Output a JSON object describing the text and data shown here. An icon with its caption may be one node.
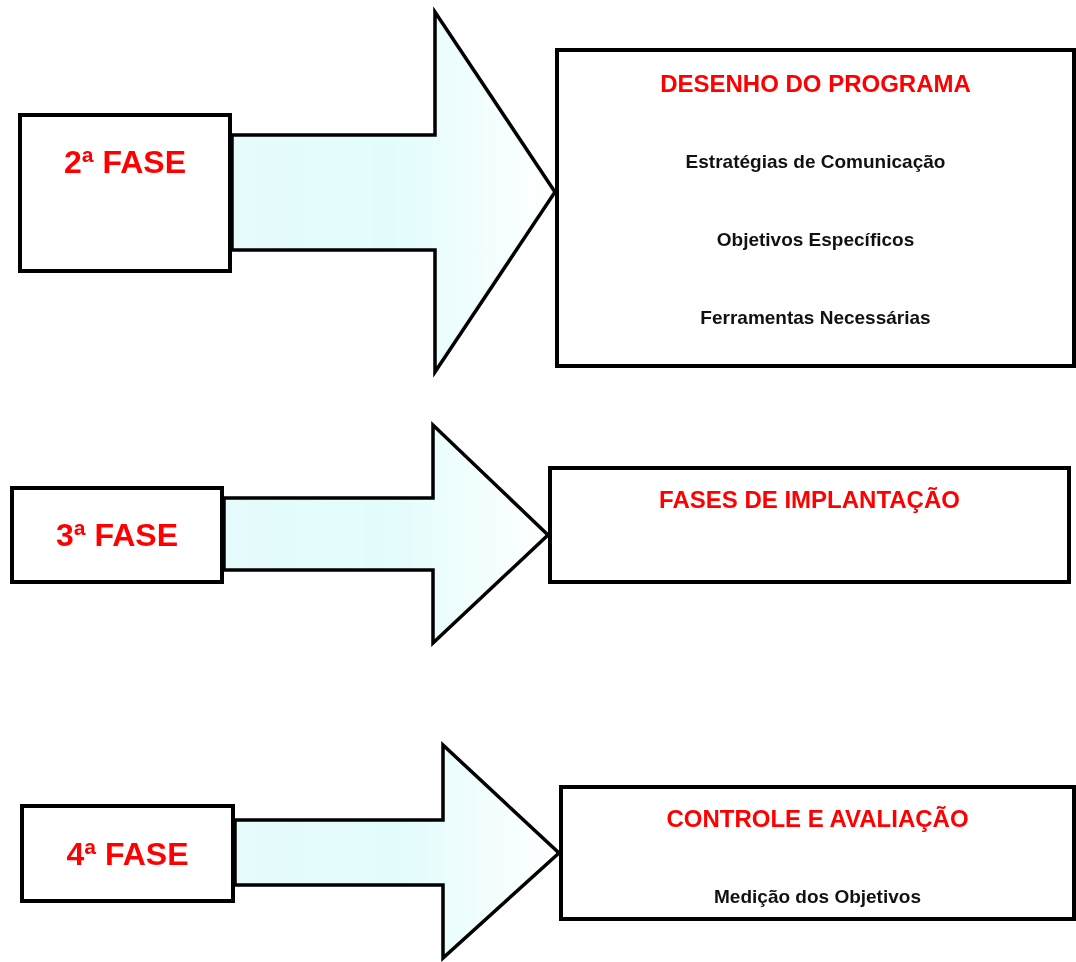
{
  "diagram": {
    "nodes": [
      {
        "text": [
          "2ª FASE"
        ]
      },
      {
        "text": [
          "DESENHO DO PROGRAMA",
          "Estratégias de Comunicação",
          "Objetivos Específicos",
          "Ferramentas Necessárias"
        ]
      },
      {
        "text": [
          "3ª FASE"
        ]
      },
      {
        "text": [
          "FASES DE IMPLANTAÇÃO"
        ]
      },
      {
        "text": [
          "4ª FASE"
        ]
      },
      {
        "text": [
          "CONTROLE E AVALIAÇÃO",
          "Medição dos Objetivos"
        ]
      }
    ],
    "edges": [
      {
        "from": 0,
        "to": 1,
        "arrow": "to"
      },
      {
        "from": 2,
        "to": 3,
        "arrow": "to"
      },
      {
        "from": 4,
        "to": 5,
        "arrow": "to"
      }
    ]
  }
}
